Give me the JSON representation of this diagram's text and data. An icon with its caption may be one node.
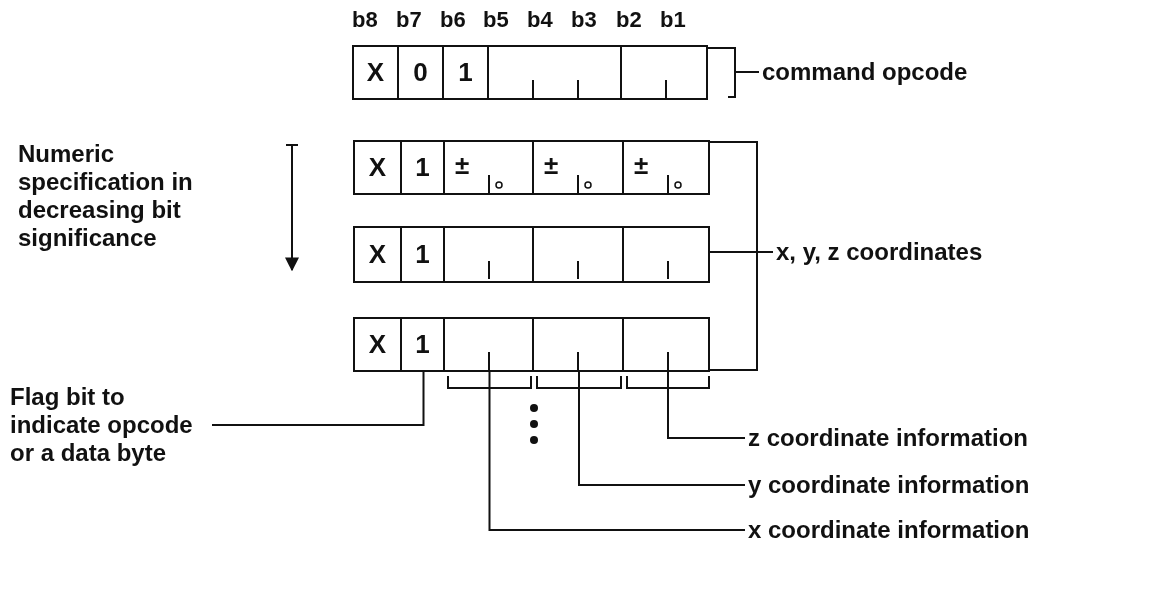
{
  "diagram": {
    "nodes": [
      {
        "text": [],
        "shape": "box"
      },
      {
        "text": [
          "X"
        ],
        "in": 0
      },
      {
        "text": [
          "0"
        ],
        "in": 0
      },
      {
        "text": [
          "1"
        ],
        "in": 0
      },
      {
        "text": [],
        "shape": "box",
        "in": 0
      },
      {
        "text": [],
        "shape": "box",
        "in": 0
      },
      {
        "text": [],
        "shape": "box"
      },
      {
        "text": [
          "X"
        ],
        "in": 6
      },
      {
        "text": [
          "1"
        ],
        "in": 6
      },
      {
        "text": [
          "±"
        ],
        "in": 6
      },
      {
        "text": [
          "±"
        ],
        "in": 6
      },
      {
        "text": [
          "±"
        ],
        "in": 6
      },
      {
        "text": [],
        "shape": "box"
      },
      {
        "text": [
          "X"
        ],
        "in": 12
      },
      {
        "text": [
          "1"
        ],
        "in": 12
      },
      {
        "text": [],
        "shape": "box",
        "in": 12
      },
      {
        "text": [],
        "shape": "box",
        "in": 12
      },
      {
        "text": [],
        "shape": "box",
        "in": 12
      },
      {
        "text": [],
        "shape": "box"
      },
      {
        "text": [
          "X"
        ],
        "in": 18
      },
      {
        "text": [
          "1"
        ],
        "in": 18
      },
      {
        "text": [],
        "shape": "box",
        "in": 18
      },
      {
        "text": [],
        "shape": "box",
        "in": 18
      },
      {
        "text": [],
        "shape": "box",
        "in": 18
      },
      {
        "text": [
          "command opcode"
        ]
      },
      {
        "text": [
          "x, y, z coordinates"
        ]
      },
      {
        "text": [
          "Flag bit to indicate opcode or a data byte"
        ]
      },
      {
        "text": [
          "z coordinate information"
        ]
      },
      {
        "text": [
          "y coordinate information"
        ]
      },
      {
        "text": [
          "x coordinate information"
        ]
      }
    ],
    "edges": [
      {
        "from": 24,
        "to": 0,
        "arrow": "none"
      },
      {
        "from": 25,
        "to": 6,
        "arrow": "none"
      },
      {
        "from": 25,
        "to": 12,
        "arrow": "none"
      },
      {
        "from": 25,
        "to": 18,
        "arrow": "none"
      },
      {
        "from": 26,
        "to": 20,
        "arrow": "none"
      },
      {
        "from": 27,
        "to": 23,
        "arrow": "none"
      },
      {
        "from": 28,
        "to": 22,
        "arrow": "none"
      },
      {
        "from": 29,
        "to": 21,
        "arrow": "none"
      }
    ],
    "labels": [
      "b8",
      "b7",
      "b6",
      "b5",
      "b4",
      "b3",
      "b2",
      "b1",
      "Numeric specification in decreasing bit significance"
    ]
  }
}
